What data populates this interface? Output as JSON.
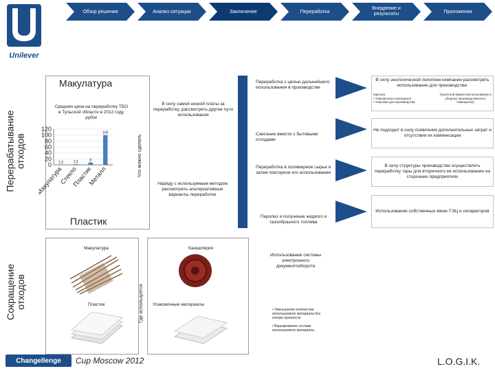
{
  "brand": {
    "name": "Unilever",
    "color": "#1d4e8a"
  },
  "tabs": [
    {
      "label": "Обзор решения"
    },
    {
      "label": "Анализ ситуации"
    },
    {
      "label": "Заключение"
    },
    {
      "label": "Переработка"
    },
    {
      "label": "Внедрение и результаты"
    },
    {
      "label": "Приложения"
    }
  ],
  "side_labels": {
    "recycling": "Перерабатывание отходов",
    "reduction": "Сокращение отходов",
    "what_to_do": "Что можно сделать",
    "where_used": "Где используется"
  },
  "recycling_panel": {
    "title": "Макулатура",
    "bottom_title": "Пластик",
    "avg_price_note": "Средняя цена на переработку ТБО в Тульской области в 2012 году, руб/кг"
  },
  "chart_data": {
    "type": "bar",
    "title": "",
    "xlabel": "",
    "ylabel": "",
    "categories": [
      "Макулатура",
      "Стекло",
      "Пластик",
      "Металл"
    ],
    "values": [
      1.5,
      2.5,
      8,
      100
    ],
    "data_labels": [
      "1,5",
      "2,5",
      "8",
      "100"
    ],
    "ylim": [
      0,
      120
    ],
    "yticks": [
      0,
      20,
      40,
      60,
      80,
      100,
      120
    ],
    "bar_color": "#4a7ebb"
  },
  "mid_texts": {
    "low_price": "В силу самой низкой платы за переработку, рассмотреть другие пути использования",
    "alt_methods": "Наряду с используемым методом рассмотреть альтернативные варианты переработки"
  },
  "flow": [
    {
      "text": "Переработка с целью дальнейшего использования в производстве"
    },
    {
      "text": "Сжигание вместе с бытовыми отходами"
    },
    {
      "text": "Переработка в полимерное сырье и затем повторное его использование"
    },
    {
      "text": "Пиролиз и получение жидкого и газообразного топлива"
    }
  ],
  "right_boxes": [
    {
      "text": "В силу экологической политики компании рассмотреть использование для производства:",
      "sub_left_title": "Картона",
      "sub_left_items": [
        "Упаковочного материала",
        "Упаковки для производства"
      ],
      "sub_right": "Туалетной бумаги (использование в уборных производственного помещения)"
    },
    {
      "text": "Не подходит в силу появления дополнительных затрат и отсутствия их компенсации"
    },
    {
      "text": "В силу структуры производства осуществлять переработку тары для вторичного ее использования на сторонних предприятиях"
    },
    {
      "text": "Использование собственных мини-ТЭЦ и сепараторов"
    }
  ],
  "reduction": {
    "paper_label": "Макулатура",
    "plastic_label": "Пластик",
    "stationery_label": "Канцелярия",
    "packaging_label": "Упаковочные материалы",
    "edoc": "Использование системы электронного документооборота",
    "packaging_bullets": [
      "Уменьшение количества используемого материала без потери прочности",
      "Варьирование состава используемого материала"
    ]
  },
  "footer": {
    "brand": "Changellenge",
    "event": "Cup Moscow 2012",
    "team": "L.O.G.I.K."
  }
}
